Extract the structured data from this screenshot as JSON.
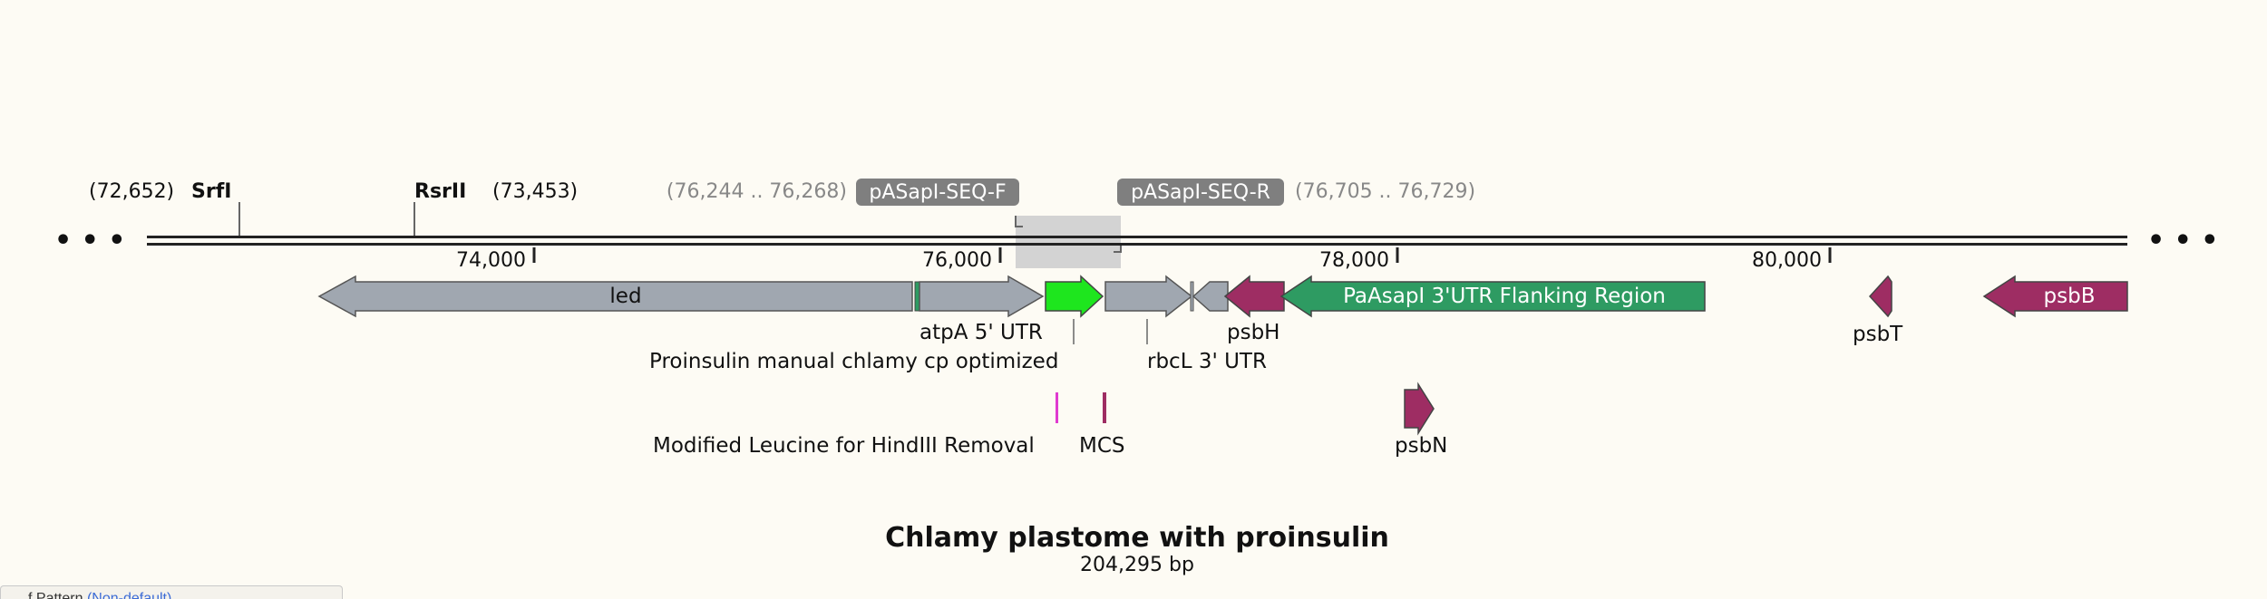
{
  "map": {
    "title": "Chlamy plastome with proinsulin",
    "length_label": "204,295 bp",
    "ellipsis": "• • •",
    "ticks": [
      "74,000",
      "76,000",
      "78,000",
      "80,000"
    ],
    "colors": {
      "background": "#fdfbf4",
      "backbone": "#222222",
      "gray_feature": "#a0a7b0",
      "green_cds": "#1ee61e",
      "teal_region": "#2e9b62",
      "magenta_gene": "#9e2d63",
      "primer_label_bg": "#7f7f7f",
      "primer_box": "#d3d3d3",
      "pink_marker": "#e03ad0"
    },
    "sites": [
      {
        "name": "SrfI",
        "pos": "(72,652)"
      },
      {
        "name": "RsrII",
        "pos": "(73,453)"
      }
    ],
    "primers": [
      {
        "name": "pASapI-SEQ-F",
        "range": "(76,244 .. 76,268)"
      },
      {
        "name": "pASapI-SEQ-R",
        "range": "(76,705 .. 76,729)"
      }
    ],
    "features": {
      "led": "led",
      "atpa": "atpA 5' UTR",
      "proinsulin": "Proinsulin manual chlamy cp optimized",
      "rbcl": "rbcL 3' UTR",
      "psbh": "psbH",
      "paasapi": "PaAsapI 3'UTR Flanking Region",
      "psbt": "psbT",
      "psbb": "psbB",
      "psbn": "psbN",
      "modified_leucine": "Modified Leucine for HindIII Removal",
      "mcs": "MCS"
    }
  },
  "bottom_tab": {
    "prefix": "f Pattern",
    "link": "(Non-default)"
  }
}
